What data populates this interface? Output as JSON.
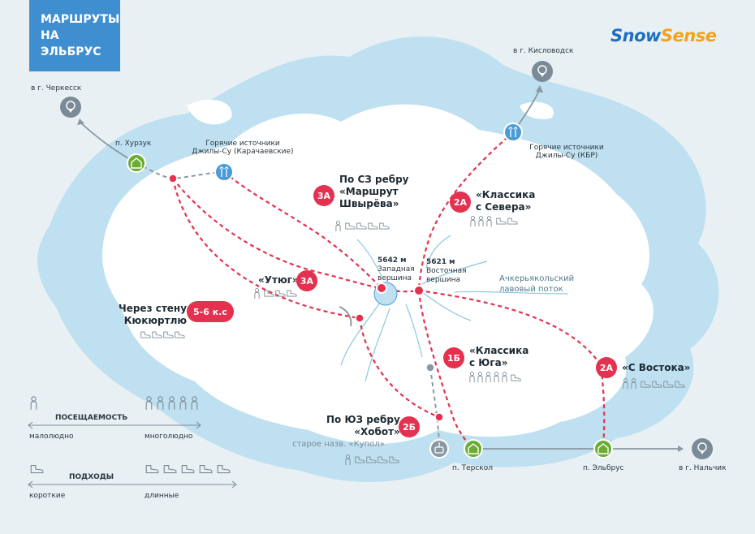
{
  "title": {
    "line1": "МАРШРУТЫ",
    "line2": "НА ЭЛЬБРУС"
  },
  "logo": {
    "part1": "Snow",
    "part2": "Sense"
  },
  "colors": {
    "route": "#e3314f",
    "path_gray": "#8a98a3",
    "snow": "#ffffff",
    "ice": "#bfe0f0",
    "green": "#6aad32",
    "blue": "#4b9bd6",
    "dark_pin": "#7a8a96"
  },
  "places": {
    "cherkessk": "в г. Черкесск",
    "kislovodsk": "в г. Кисловодск",
    "nalchik": "в г. Нальчик",
    "khurzuk": "п. Хурзук",
    "terskol": "п. Терскол",
    "elbrus_village": "п. Эльбрус",
    "springs_west_1": "Горячие источники",
    "springs_west_2": "Джилы-Су (Карачаевские)",
    "springs_east_1": "Горячие источники",
    "springs_east_2": "Джилы-Су (КБР)"
  },
  "peaks": {
    "west_height": "5642 м",
    "west_name_1": "Западная",
    "west_name_2": "вершина",
    "east_height": "5621 м",
    "east_name_1": "Восточная",
    "east_name_2": "вершина"
  },
  "lava": {
    "line1": "Ачкерьякольский",
    "line2": "лавовый поток"
  },
  "routes": {
    "nw": {
      "grade": "3А",
      "line1": "По СЗ ребру",
      "line2": "«Маршрут",
      "line3": "Швырёва»"
    },
    "north": {
      "grade": "2А",
      "line1": "«Классика",
      "line2": "с Севера»"
    },
    "utyug": {
      "grade": "3А",
      "line1": "«Утюг»"
    },
    "wall": {
      "grade": "5-6 к.с",
      "line1": "Через стену",
      "line2": "Кюкюртлю"
    },
    "south": {
      "grade": "1Б",
      "line1": "«Классика",
      "line2": "с Юга»"
    },
    "east": {
      "grade": "2А",
      "line1": "«С Востока»"
    },
    "sw": {
      "grade": "2Б",
      "line1": "По ЮЗ ребру",
      "line2": "«Хобот»",
      "old_name": "старое назв. «Купол»"
    }
  },
  "legend": {
    "visits_title": "ПОСЕЩАЕМОСТЬ",
    "visits_low": "малолюдно",
    "visits_high": "многолюдно",
    "approach_title": "ПОДХОДЫ",
    "approach_short": "короткие",
    "approach_long": "длинные"
  }
}
